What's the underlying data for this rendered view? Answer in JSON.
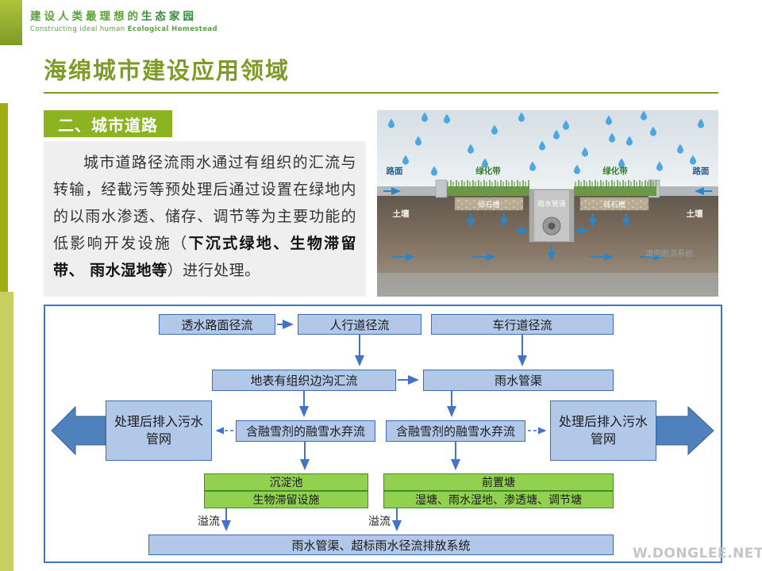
{
  "logo": {
    "cn_regular": "建设人类最理想的",
    "cn_bold": "生态家园",
    "en_regular": "Constructing ideal human ",
    "en_bold": "Ecological Homestead"
  },
  "title": "海绵城市建设应用领域",
  "section_badge": "二、城市道路",
  "paragraph": {
    "pre": "城市道路径流雨水通过有组织的汇流与转输，经截污等预处理后通过设置在绿地内的以雨水渗透、储存、调节等为主要功能的低影响开发设施（",
    "bold": "下沉式绿地、生物滞留带、 雨水湿地等",
    "post": "）进行处理。"
  },
  "illustration": {
    "label_road_left": "路面",
    "label_green_left": "绿化带",
    "label_green_right": "绿化带",
    "label_road_right": "路面",
    "label_soil_left": "土壤",
    "label_gravel_left": "砾石槽",
    "label_pipe": "雨水管道",
    "label_gravel_right": "砾石槽",
    "label_soil_right": "土壤",
    "label_flow": "流向雨洪系统"
  },
  "flowchart": {
    "permeable_runoff": "透水路面径流",
    "sidewalk_runoff": "人行道径流",
    "roadway_runoff": "车行道径流",
    "organized_gutter_flow": "地表有组织边沟汇流",
    "storm_pipe": "雨水管渠",
    "sewer_left": "处理后排入污水管网",
    "sewer_right": "处理后排入污水管网",
    "snowmelt_left": "含融雪剂的融雪水弃流",
    "snowmelt_right": "含融雪剂的融雪水弃流",
    "sediment_basin": "沉淀池",
    "bioretention": "生物滞留设施",
    "forebay": "前置塘",
    "wet_ponds": "湿塘、雨水湿地、渗透塘、调节塘",
    "overflow_left": "溢流",
    "overflow_right": "溢流",
    "discharge_system": "雨水管渠、超标雨水径流排放系统"
  },
  "watermark": "W.DONGLEE.NET",
  "colors": {
    "title_green": "#7d9b26",
    "badge_green": "#8cb421",
    "box_blue_fill": "#b2c8e8",
    "box_blue_border": "#3f6db5",
    "green_fill": "#92d050",
    "arrow_blue": "#4472c4",
    "rain_blue": "#3da0e0"
  }
}
